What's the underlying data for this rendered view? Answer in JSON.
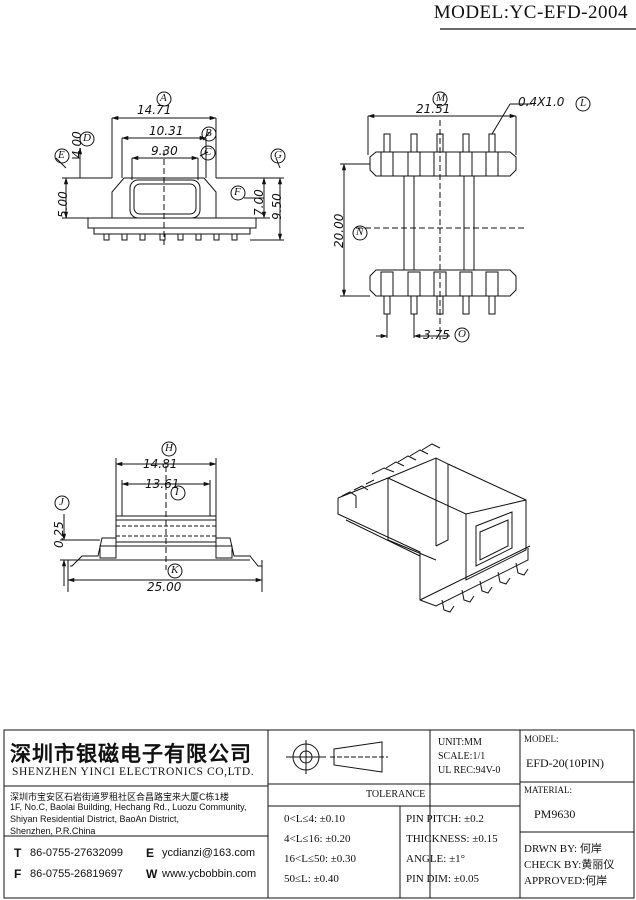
{
  "header": {
    "model": "MODEL:YC-EFD-2004"
  },
  "views": {
    "front": {
      "dims": {
        "a": "14.71",
        "b": "10.31",
        "c": "9.30",
        "d": "4.00",
        "e": "5.00",
        "f": "7.00",
        "g": "9.50"
      },
      "labels": {
        "a": "A",
        "b": "B",
        "c": "C",
        "d": "D",
        "e": "E",
        "f": "F",
        "g": "G"
      }
    },
    "top": {
      "dims": {
        "m": "21.51",
        "l": "0.4X1.0",
        "n": "20.00",
        "o": "3.75"
      },
      "labels": {
        "m": "M",
        "l": "L",
        "n": "N",
        "o": "O"
      }
    },
    "side": {
      "dims": {
        "h": "14.81",
        "i": "13.61",
        "j": "0.25",
        "k": "25.00"
      },
      "labels": {
        "h": "H",
        "i": "I",
        "j": "J",
        "k": "K"
      }
    }
  },
  "title_block": {
    "company_cn": "深圳市银磁电子有限公司",
    "company_en": "SHENZHEN YINCI ELECTRONICS CO,LTD.",
    "address_cn": "深圳市宝安区石岩街道罗租社区合昌路宝来大厦C栋1楼",
    "address_en": [
      "1F, No.C, Baolai Building, Hechang Rd., Luozu Community,",
      "Shiyan Residential District, BaoAn District,",
      "Shenzhen, P.R.China"
    ],
    "tel_label": "T",
    "tel": "86-0755-27632099",
    "fax_label": "F",
    "fax": "86-0755-26819697",
    "email_label": "E",
    "email": "ycdianzi@163.com",
    "web_label": "W",
    "web": "www.ycbobbin.com",
    "unit": "UNIT:MM",
    "scale": "SCALE:1/1",
    "ul_rec": "UL REC:94V-0",
    "tolerance_title": "TOLERANCE",
    "tol_left": [
      "0<L≤4: ±0.10",
      "4<L≤16: ±0.20",
      "16<L≤50: ±0.30",
      "50≤L: ±0.40"
    ],
    "tol_right": [
      "PIN PITCH: ±0.2",
      "THICKNESS: ±0.15",
      "ANGLE: ±1°",
      "PIN DIM: ±0.05"
    ],
    "model_label": "MODEL:",
    "model_value": "EFD-20(10PIN)",
    "material_label": "MATERIAL:",
    "material_value": "PM9630",
    "drwn": "DRWN BY: 何岸",
    "check": "CHECK BY:黄丽仪",
    "approved": "APPROVED:何岸"
  }
}
